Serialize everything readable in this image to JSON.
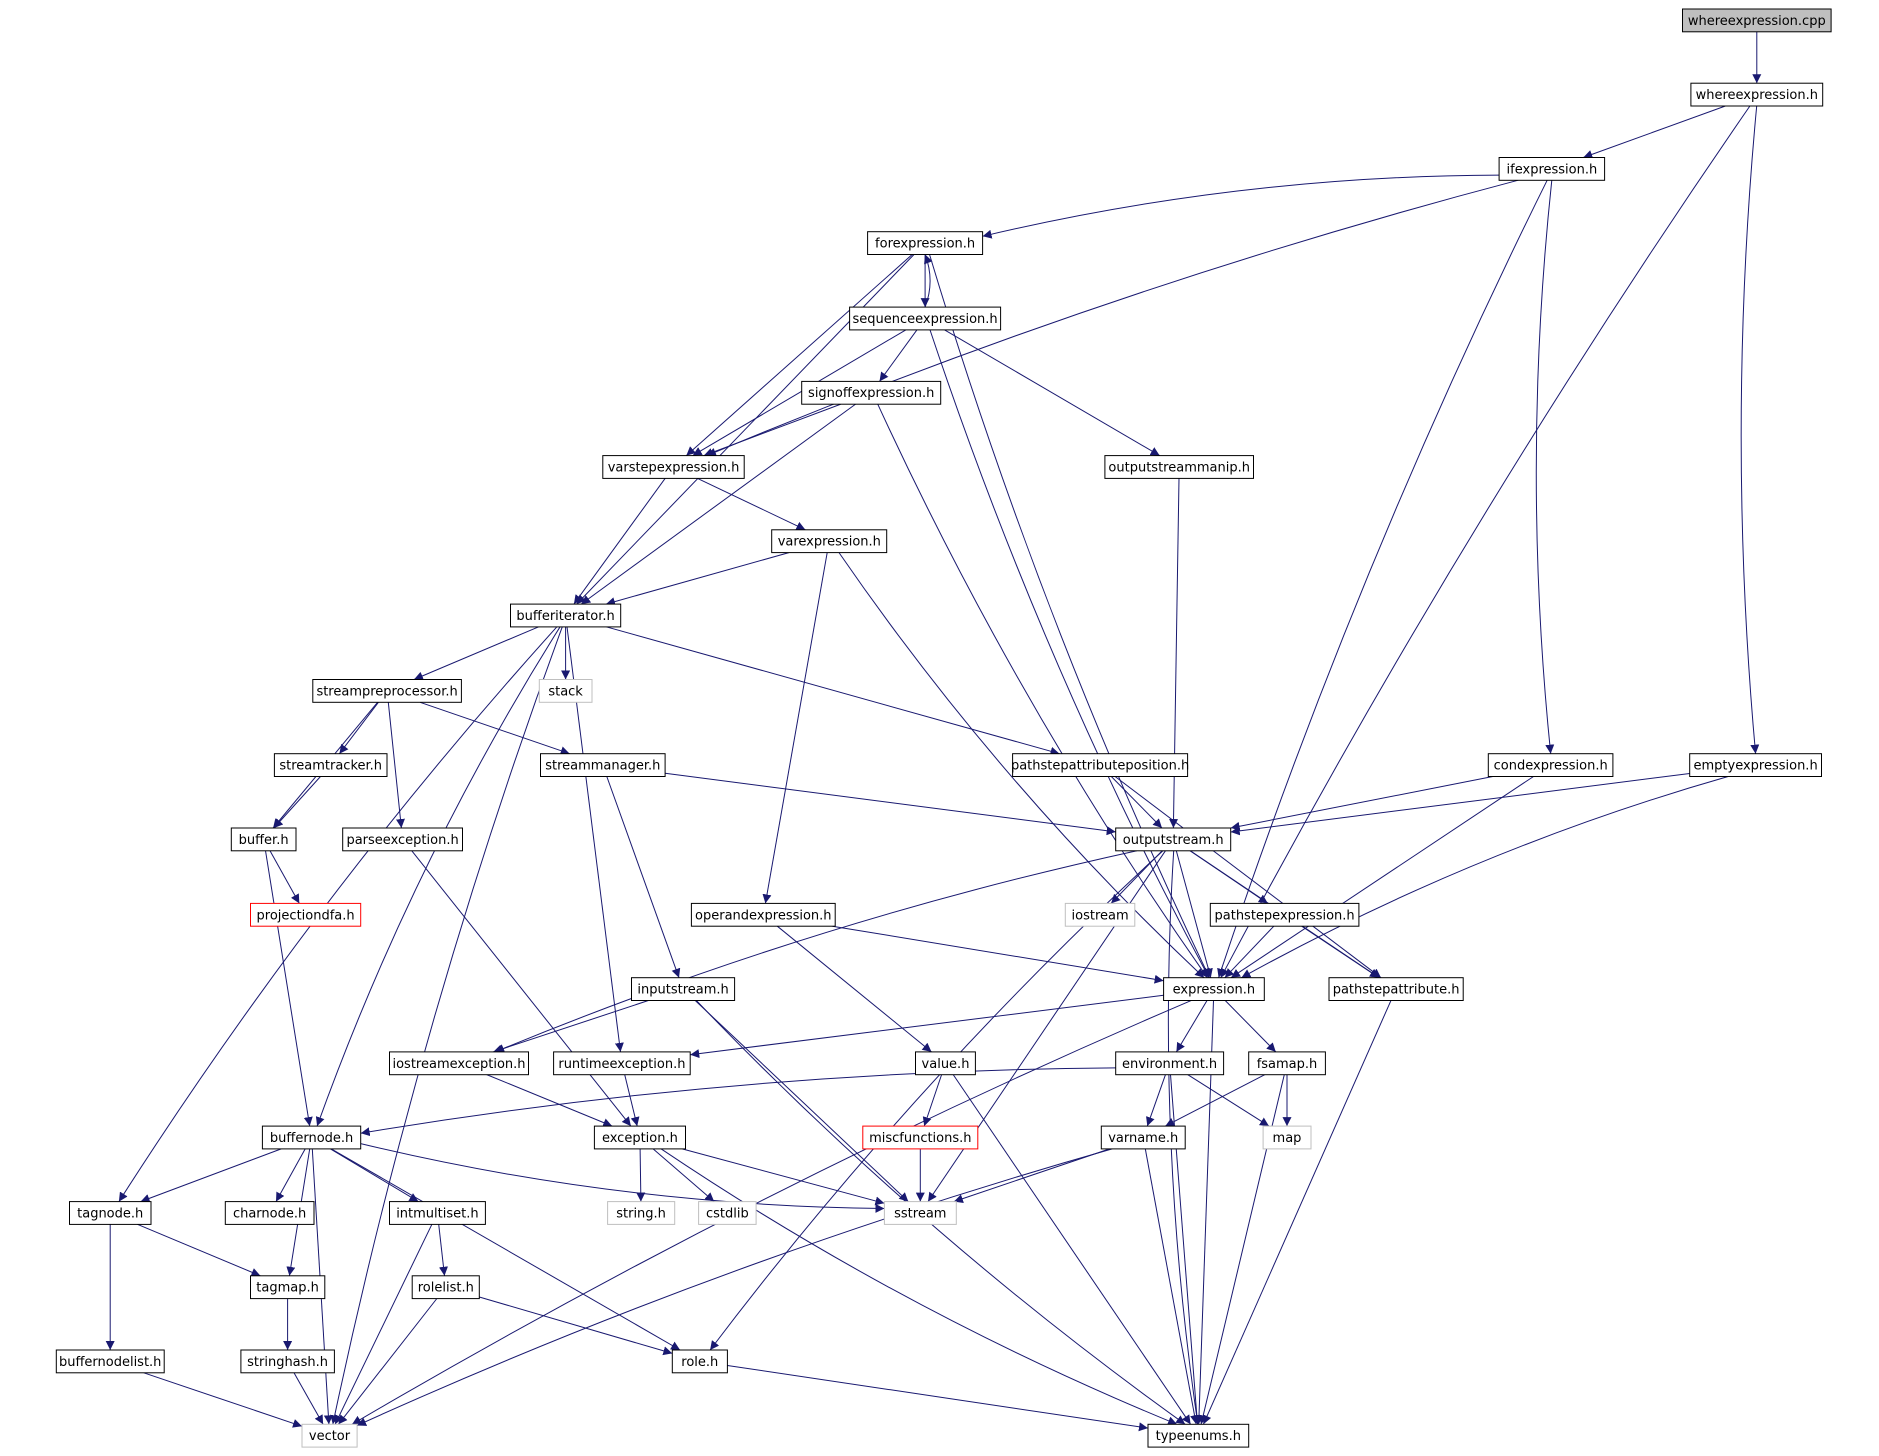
{
  "nodes": {
    "whereexpression_cpp": {
      "label": "whereexpression.cpp",
      "style": "root"
    },
    "whereexpression_h": {
      "label": "whereexpression.h",
      "style": "normal"
    },
    "ifexpression_h": {
      "label": "ifexpression.h",
      "style": "normal"
    },
    "forexpression_h": {
      "label": "forexpression.h",
      "style": "normal"
    },
    "sequenceexpression_h": {
      "label": "sequenceexpression.h",
      "style": "normal"
    },
    "signoffexpression_h": {
      "label": "signoffexpression.h",
      "style": "normal"
    },
    "varstepexpression_h": {
      "label": "varstepexpression.h",
      "style": "normal"
    },
    "outputstreammanip_h": {
      "label": "outputstreammanip.h",
      "style": "normal"
    },
    "varexpression_h": {
      "label": "varexpression.h",
      "style": "normal"
    },
    "bufferiterator_h": {
      "label": "bufferiterator.h",
      "style": "normal"
    },
    "stack": {
      "label": "stack",
      "style": "system"
    },
    "streampreprocessor_h": {
      "label": "streampreprocessor.h",
      "style": "normal"
    },
    "streamtracker_h": {
      "label": "streamtracker.h",
      "style": "normal"
    },
    "streammanager_h": {
      "label": "streammanager.h",
      "style": "normal"
    },
    "pathstepattributeposition_h": {
      "label": "pathstepattributeposition.h",
      "style": "normal"
    },
    "condexpression_h": {
      "label": "condexpression.h",
      "style": "normal"
    },
    "emptyexpression_h": {
      "label": "emptyexpression.h",
      "style": "normal"
    },
    "buffer_h": {
      "label": "buffer.h",
      "style": "normal"
    },
    "parseexception_h": {
      "label": "parseexception.h",
      "style": "normal"
    },
    "outputstream_h": {
      "label": "outputstream.h",
      "style": "normal"
    },
    "projectiondfa_h": {
      "label": "projectiondfa.h",
      "style": "missing"
    },
    "operandexpression_h": {
      "label": "operandexpression.h",
      "style": "normal"
    },
    "iostream": {
      "label": "iostream",
      "style": "system"
    },
    "pathstepexpression_h": {
      "label": "pathstepexpression.h",
      "style": "normal"
    },
    "inputstream_h": {
      "label": "inputstream.h",
      "style": "normal"
    },
    "expression_h": {
      "label": "expression.h",
      "style": "normal"
    },
    "pathstepattribute_h": {
      "label": "pathstepattribute.h",
      "style": "normal"
    },
    "iostreamexception_h": {
      "label": "iostreamexception.h",
      "style": "normal"
    },
    "runtimeexception_h": {
      "label": "runtimeexception.h",
      "style": "normal"
    },
    "value_h": {
      "label": "value.h",
      "style": "normal"
    },
    "environment_h": {
      "label": "environment.h",
      "style": "normal"
    },
    "fsamap_h": {
      "label": "fsamap.h",
      "style": "normal"
    },
    "buffernode_h": {
      "label": "buffernode.h",
      "style": "normal"
    },
    "exception_h": {
      "label": "exception.h",
      "style": "normal"
    },
    "miscfunctions_h": {
      "label": "miscfunctions.h",
      "style": "missing"
    },
    "varname_h": {
      "label": "varname.h",
      "style": "normal"
    },
    "map": {
      "label": "map",
      "style": "system"
    },
    "tagnode_h": {
      "label": "tagnode.h",
      "style": "normal"
    },
    "charnode_h": {
      "label": "charnode.h",
      "style": "normal"
    },
    "intmultiset_h": {
      "label": "intmultiset.h",
      "style": "normal"
    },
    "string_h": {
      "label": "string.h",
      "style": "system"
    },
    "cstdlib": {
      "label": "cstdlib",
      "style": "system"
    },
    "sstream": {
      "label": "sstream",
      "style": "system"
    },
    "tagmap_h": {
      "label": "tagmap.h",
      "style": "normal"
    },
    "rolelist_h": {
      "label": "rolelist.h",
      "style": "normal"
    },
    "buffernodelist_h": {
      "label": "buffernodelist.h",
      "style": "normal"
    },
    "stringhash_h": {
      "label": "stringhash.h",
      "style": "normal"
    },
    "role_h": {
      "label": "role.h",
      "style": "normal"
    },
    "vector": {
      "label": "vector",
      "style": "system"
    },
    "typeenums_h": {
      "label": "typeenums.h",
      "style": "normal"
    }
  },
  "edges": [
    [
      "whereexpression_cpp",
      "whereexpression_h"
    ],
    [
      "whereexpression_h",
      "ifexpression_h"
    ],
    [
      "whereexpression_h",
      "emptyexpression_h"
    ],
    [
      "whereexpression_h",
      "expression_h"
    ],
    [
      "ifexpression_h",
      "forexpression_h"
    ],
    [
      "ifexpression_h",
      "varstepexpression_h"
    ],
    [
      "ifexpression_h",
      "condexpression_h"
    ],
    [
      "ifexpression_h",
      "expression_h"
    ],
    [
      "forexpression_h",
      "sequenceexpression_h"
    ],
    [
      "forexpression_h",
      "varstepexpression_h"
    ],
    [
      "forexpression_h",
      "bufferiterator_h"
    ],
    [
      "forexpression_h",
      "expression_h"
    ],
    [
      "sequenceexpression_h",
      "forexpression_h"
    ],
    [
      "sequenceexpression_h",
      "signoffexpression_h"
    ],
    [
      "sequenceexpression_h",
      "varstepexpression_h"
    ],
    [
      "sequenceexpression_h",
      "outputstreammanip_h"
    ],
    [
      "sequenceexpression_h",
      "expression_h"
    ],
    [
      "signoffexpression_h",
      "varstepexpression_h"
    ],
    [
      "signoffexpression_h",
      "bufferiterator_h"
    ],
    [
      "signoffexpression_h",
      "expression_h"
    ],
    [
      "varstepexpression_h",
      "varexpression_h"
    ],
    [
      "varstepexpression_h",
      "bufferiterator_h"
    ],
    [
      "varexpression_h",
      "bufferiterator_h"
    ],
    [
      "varexpression_h",
      "operandexpression_h"
    ],
    [
      "varexpression_h",
      "expression_h"
    ],
    [
      "outputstreammanip_h",
      "outputstream_h"
    ],
    [
      "bufferiterator_h",
      "stack"
    ],
    [
      "bufferiterator_h",
      "streampreprocessor_h"
    ],
    [
      "bufferiterator_h",
      "pathstepattributeposition_h"
    ],
    [
      "bufferiterator_h",
      "runtimeexception_h"
    ],
    [
      "bufferiterator_h",
      "buffernode_h"
    ],
    [
      "bufferiterator_h",
      "tagnode_h"
    ],
    [
      "bufferiterator_h",
      "vector"
    ],
    [
      "streampreprocessor_h",
      "streamtracker_h"
    ],
    [
      "streampreprocessor_h",
      "streammanager_h"
    ],
    [
      "streampreprocessor_h",
      "buffer_h"
    ],
    [
      "streampreprocessor_h",
      "parseexception_h"
    ],
    [
      "streamtracker_h",
      "buffer_h"
    ],
    [
      "streammanager_h",
      "outputstream_h"
    ],
    [
      "streammanager_h",
      "inputstream_h"
    ],
    [
      "pathstepattributeposition_h",
      "outputstream_h"
    ],
    [
      "pathstepattributeposition_h",
      "pathstepattribute_h"
    ],
    [
      "condexpression_h",
      "outputstream_h"
    ],
    [
      "condexpression_h",
      "expression_h"
    ],
    [
      "emptyexpression_h",
      "outputstream_h"
    ],
    [
      "emptyexpression_h",
      "expression_h"
    ],
    [
      "buffer_h",
      "projectiondfa_h"
    ],
    [
      "buffer_h",
      "buffernode_h"
    ],
    [
      "parseexception_h",
      "exception_h"
    ],
    [
      "outputstream_h",
      "iostream"
    ],
    [
      "outputstream_h",
      "pathstepexpression_h"
    ],
    [
      "outputstream_h",
      "expression_h"
    ],
    [
      "outputstream_h",
      "pathstepattribute_h"
    ],
    [
      "outputstream_h",
      "iostreamexception_h"
    ],
    [
      "outputstream_h",
      "sstream"
    ],
    [
      "outputstream_h",
      "role_h"
    ],
    [
      "outputstream_h",
      "typeenums_h"
    ],
    [
      "operandexpression_h",
      "expression_h"
    ],
    [
      "operandexpression_h",
      "value_h"
    ],
    [
      "pathstepexpression_h",
      "expression_h"
    ],
    [
      "pathstepexpression_h",
      "pathstepattribute_h"
    ],
    [
      "inputstream_h",
      "iostreamexception_h"
    ],
    [
      "inputstream_h",
      "sstream"
    ],
    [
      "inputstream_h",
      "typeenums_h"
    ],
    [
      "expression_h",
      "environment_h"
    ],
    [
      "expression_h",
      "fsamap_h"
    ],
    [
      "expression_h",
      "runtimeexception_h"
    ],
    [
      "expression_h",
      "vector"
    ],
    [
      "expression_h",
      "typeenums_h"
    ],
    [
      "pathstepattribute_h",
      "typeenums_h"
    ],
    [
      "iostreamexception_h",
      "exception_h"
    ],
    [
      "runtimeexception_h",
      "exception_h"
    ],
    [
      "value_h",
      "miscfunctions_h"
    ],
    [
      "value_h",
      "typeenums_h"
    ],
    [
      "environment_h",
      "buffernode_h"
    ],
    [
      "environment_h",
      "varname_h"
    ],
    [
      "environment_h",
      "map"
    ],
    [
      "environment_h",
      "typeenums_h"
    ],
    [
      "fsamap_h",
      "varname_h"
    ],
    [
      "fsamap_h",
      "map"
    ],
    [
      "fsamap_h",
      "typeenums_h"
    ],
    [
      "buffernode_h",
      "tagnode_h"
    ],
    [
      "buffernode_h",
      "charnode_h"
    ],
    [
      "buffernode_h",
      "intmultiset_h"
    ],
    [
      "buffernode_h",
      "tagmap_h"
    ],
    [
      "buffernode_h",
      "sstream"
    ],
    [
      "buffernode_h",
      "role_h"
    ],
    [
      "buffernode_h",
      "vector"
    ],
    [
      "exception_h",
      "string_h"
    ],
    [
      "exception_h",
      "cstdlib"
    ],
    [
      "exception_h",
      "sstream"
    ],
    [
      "exception_h",
      "typeenums_h"
    ],
    [
      "miscfunctions_h",
      "sstream"
    ],
    [
      "varname_h",
      "sstream"
    ],
    [
      "varname_h",
      "vector"
    ],
    [
      "varname_h",
      "typeenums_h"
    ],
    [
      "tagnode_h",
      "tagmap_h"
    ],
    [
      "tagnode_h",
      "buffernodelist_h"
    ],
    [
      "intmultiset_h",
      "rolelist_h"
    ],
    [
      "intmultiset_h",
      "vector"
    ],
    [
      "tagmap_h",
      "stringhash_h"
    ],
    [
      "rolelist_h",
      "role_h"
    ],
    [
      "rolelist_h",
      "vector"
    ],
    [
      "buffernodelist_h",
      "vector"
    ],
    [
      "stringhash_h",
      "vector"
    ],
    [
      "role_h",
      "typeenums_h"
    ]
  ],
  "colors": {
    "edge": "#191970",
    "node_border": "#000000",
    "system_border": "#bfbfbf",
    "missing_border": "#ff0000",
    "root_fill": "#bfbfbf",
    "background": "#ffffff"
  }
}
